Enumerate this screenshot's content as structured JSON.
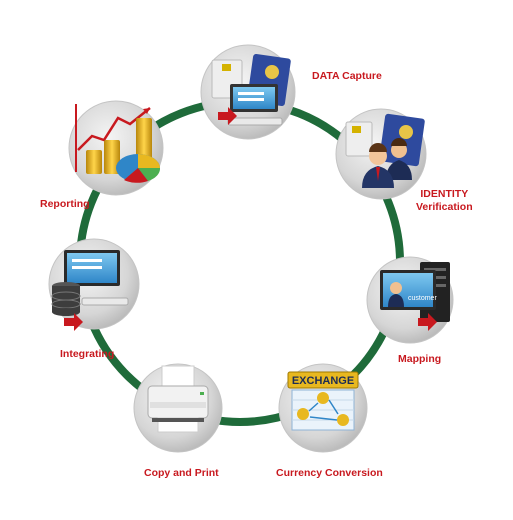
{
  "colors": {
    "ring": "#1f6b3a",
    "label": "#c8191f",
    "node_fill": "#d9d9d9",
    "node_stroke": "#bfbfbf"
  },
  "nodes": [
    {
      "id": "data-capture",
      "label": "DATA Capture",
      "icon": "computer-and-id-card-icon"
    },
    {
      "id": "identity-verification",
      "label_line1": "IDENTITY",
      "label_line2": "Verification",
      "icon": "two-businessmen-with-id-card-icon"
    },
    {
      "id": "mapping",
      "label": "Mapping",
      "icon": "customer-on-screen-icon",
      "screen_text": "customer"
    },
    {
      "id": "currency-conversion",
      "label": "Currency Conversion",
      "icon": "exchange-board-icon",
      "sign_text": "EXCHANGE"
    },
    {
      "id": "copy-and-print",
      "label": "Copy and Print",
      "icon": "printer-icon"
    },
    {
      "id": "integrating",
      "label": "Integrating",
      "icon": "database-and-computer-icon"
    },
    {
      "id": "reporting",
      "label": "Reporting",
      "icon": "coins-chart-and-pie-icon"
    }
  ]
}
